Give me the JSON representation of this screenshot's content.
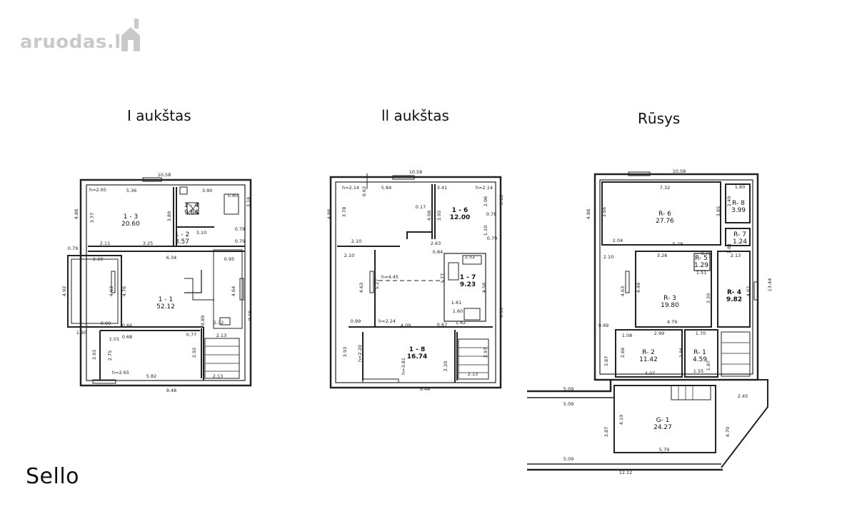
{
  "watermark": {
    "text": "aruodas.lt",
    "color": "#c9c9c9"
  },
  "brand": "Sello",
  "floors": [
    {
      "id": "floor-1",
      "title": "I aukštas",
      "rooms": [
        {
          "code": "1 - 3",
          "area": "20.60"
        },
        {
          "code": "1 - 4",
          "area": "9.64"
        },
        {
          "code": "1 - 2",
          "area": "3.57"
        },
        {
          "code": "1 - 1",
          "area": "52.12"
        }
      ],
      "dims": [
        "10.58",
        "5.36",
        "3.90",
        "3.18",
        "4.88",
        "3.77",
        "h=2.65",
        "3.89",
        "2.11",
        "3.25",
        "3.10",
        "0.78",
        "0.79",
        "0.79",
        "2.10",
        "6.34",
        "0.95",
        "4.92",
        "4.63",
        "4.76",
        "4.64",
        "9.16",
        "0.99",
        "1.90",
        "0.66",
        "0.68",
        "0.89",
        "0.77",
        "2.32",
        "2.13",
        "1.01",
        "3.93",
        "2.75",
        "2.92",
        "5.82",
        "h=2.65",
        "9.48",
        "2.13",
        "0.80"
      ]
    },
    {
      "id": "floor-2",
      "title": "ll aukštas",
      "rooms": [
        {
          "code": "1 - 6",
          "area": "12.00"
        },
        {
          "code": "1 - 7",
          "area": "9.23"
        },
        {
          "code": "1 - 8",
          "area": "16.74"
        }
      ],
      "dims": [
        "10.58",
        "h=2.14",
        "5.84",
        "3.41",
        "h=2.14",
        "0.62",
        "3.18",
        "4.88",
        "3.78",
        "0.17",
        "4.08",
        "3.95",
        "2.06",
        "0.78",
        "2.10",
        "2.63",
        "1.10",
        "0.79",
        "0.84",
        "2.52",
        "2.10",
        "4.63",
        "5.27",
        "h=4.45",
        "3.77",
        "4.58",
        "1.61",
        "1.60",
        "9.16",
        "0.99",
        "h=2.24",
        "4.09",
        "0.67",
        "1.42",
        "3.93",
        "h=2.20",
        "h=3.81",
        "2.20",
        "2.97",
        "2.13",
        "9.48"
      ]
    },
    {
      "id": "basement",
      "title": "Rūsys",
      "rooms": [
        {
          "code": "R- 6",
          "area": "27.76"
        },
        {
          "code": "R- 8",
          "area": "3.99"
        },
        {
          "code": "R- 7",
          "area": "1.24"
        },
        {
          "code": "R- 5",
          "area": "1.29"
        },
        {
          "code": "R- 3",
          "area": "19.80"
        },
        {
          "code": "R- 4",
          "area": "9.82"
        },
        {
          "code": "R- 2",
          "area": "11.42"
        },
        {
          "code": "R- 1",
          "area": "4.59"
        },
        {
          "code": "G- 1",
          "area": "24.27"
        }
      ],
      "dims": [
        "10.58",
        "7.32",
        "1.60",
        "2.49",
        "4.88",
        "3.66",
        "3.85",
        "2.04",
        "5.28",
        "1.81",
        "2.10",
        "3.28",
        "0.75",
        "2.13",
        "4.63",
        "4.48",
        "1.51",
        "3.39",
        "4.62",
        "13.44",
        "4.79",
        "0.99",
        "1.08",
        "2.99",
        "1.70",
        "3.87",
        "2.66",
        "2.86",
        "1.87",
        "4.07",
        "1.55",
        "5.09",
        "5.09",
        "2.45",
        "4.19",
        "4.70",
        "3.87",
        "5.79",
        "5.09",
        "12.12"
      ]
    }
  ]
}
